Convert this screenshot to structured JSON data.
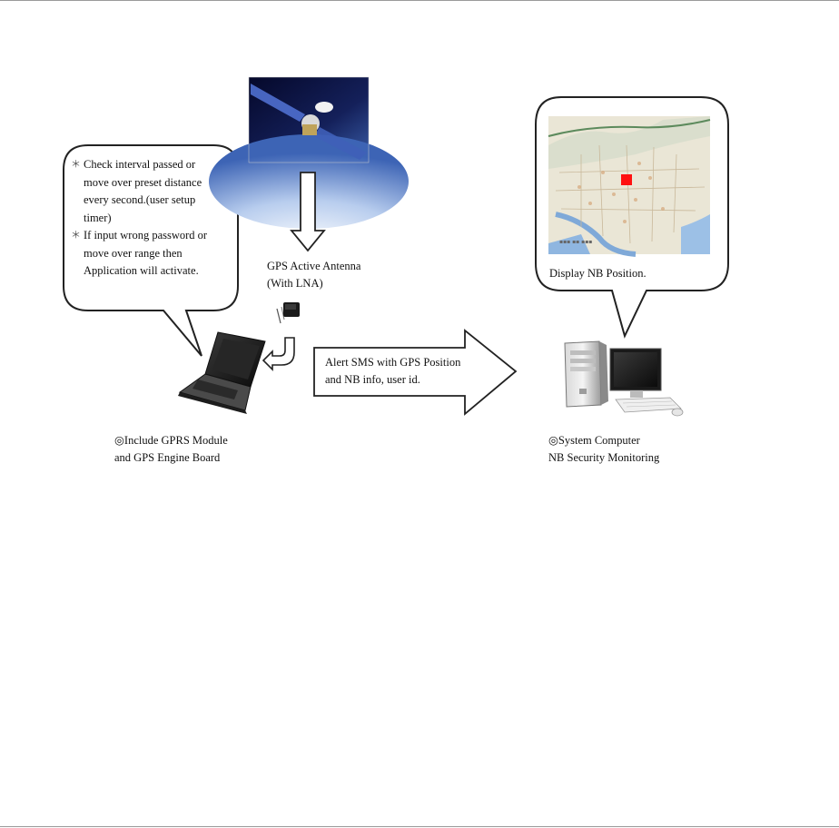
{
  "colors": {
    "marker": "#ff1010",
    "outline": "#222222",
    "frame": "#9a9a9a"
  },
  "bubble_left": {
    "notes": [
      {
        "mark": "＊",
        "text": "Check interval passed or\nmove over preset distance\nevery second.(user setup\ntimer)"
      },
      {
        "mark": "＊",
        "text": "If input wrong password or\nmove over range then\nApplication will activate."
      }
    ]
  },
  "antenna": {
    "label": "GPS Active Antenna\n(With LNA)"
  },
  "arrow_message": {
    "text": "Alert SMS with GPS Position\nand NB info, user id."
  },
  "notebook": {
    "label": "◎Include GPRS  Module\n   and GPS Engine Board"
  },
  "server": {
    "label": "◎System Computer\nNB Security Monitoring"
  },
  "map_bubble": {
    "caption": "Display NB Position."
  },
  "icons": [
    "satellite-image",
    "antenna-image",
    "laptop-image",
    "desktop-computer-image",
    "map-image"
  ]
}
